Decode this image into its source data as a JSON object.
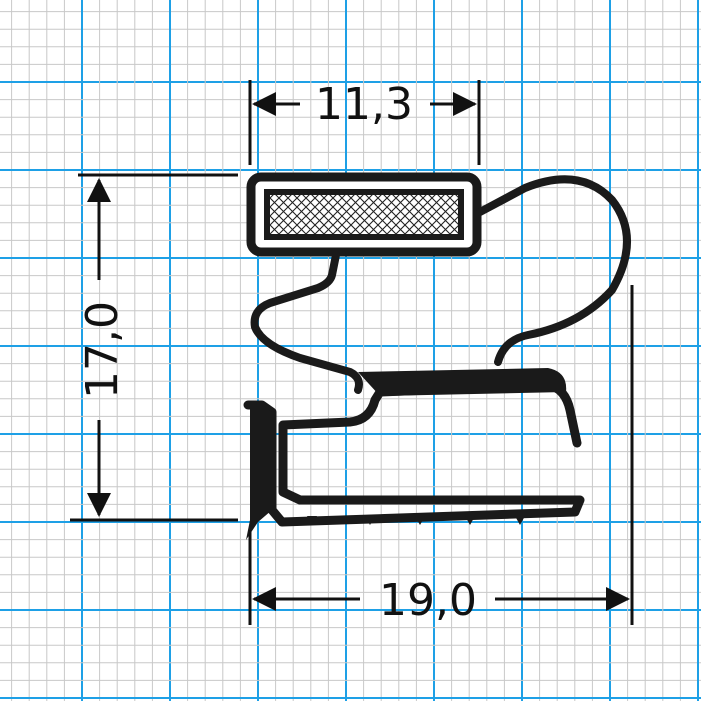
{
  "colors": {
    "background": "#ffffff",
    "grid_minor": "#c8c8c8",
    "grid_major": "#1ea0e6",
    "profile": "#1a1a1a",
    "dimension": "#111111"
  },
  "dimensions": {
    "top_width": "11,3",
    "height": "17,0",
    "bottom_width": "19,0"
  }
}
